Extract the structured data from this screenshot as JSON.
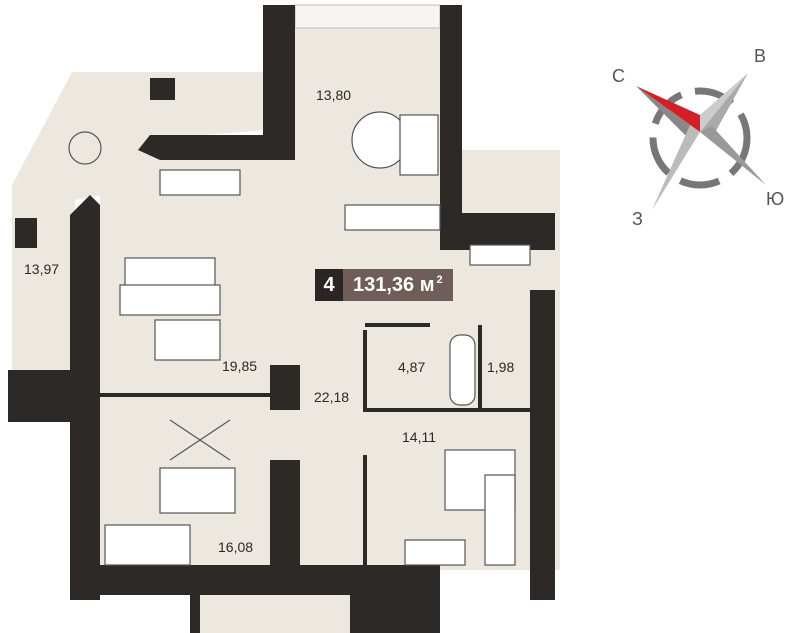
{
  "apartment": {
    "rooms_count": "4",
    "total_area": "131,36 м",
    "area_unit_sup": "2"
  },
  "rooms": [
    {
      "id": "bedroom-top",
      "area": "13,80"
    },
    {
      "id": "loggia",
      "area": "13,97"
    },
    {
      "id": "kitchen-living",
      "area": "19,85"
    },
    {
      "id": "hall",
      "area": "22,18"
    },
    {
      "id": "bathroom",
      "area": "4,87"
    },
    {
      "id": "wc",
      "area": "1,98"
    },
    {
      "id": "bedroom-right",
      "area": "14,11"
    },
    {
      "id": "bedroom-left",
      "area": "16,08"
    }
  ],
  "compass": {
    "north": "С",
    "east": "В",
    "south": "Ю",
    "west": "З",
    "north_color": "#d31f26"
  },
  "colors": {
    "wall": "#2d2926",
    "floor": "#ece8e0"
  }
}
